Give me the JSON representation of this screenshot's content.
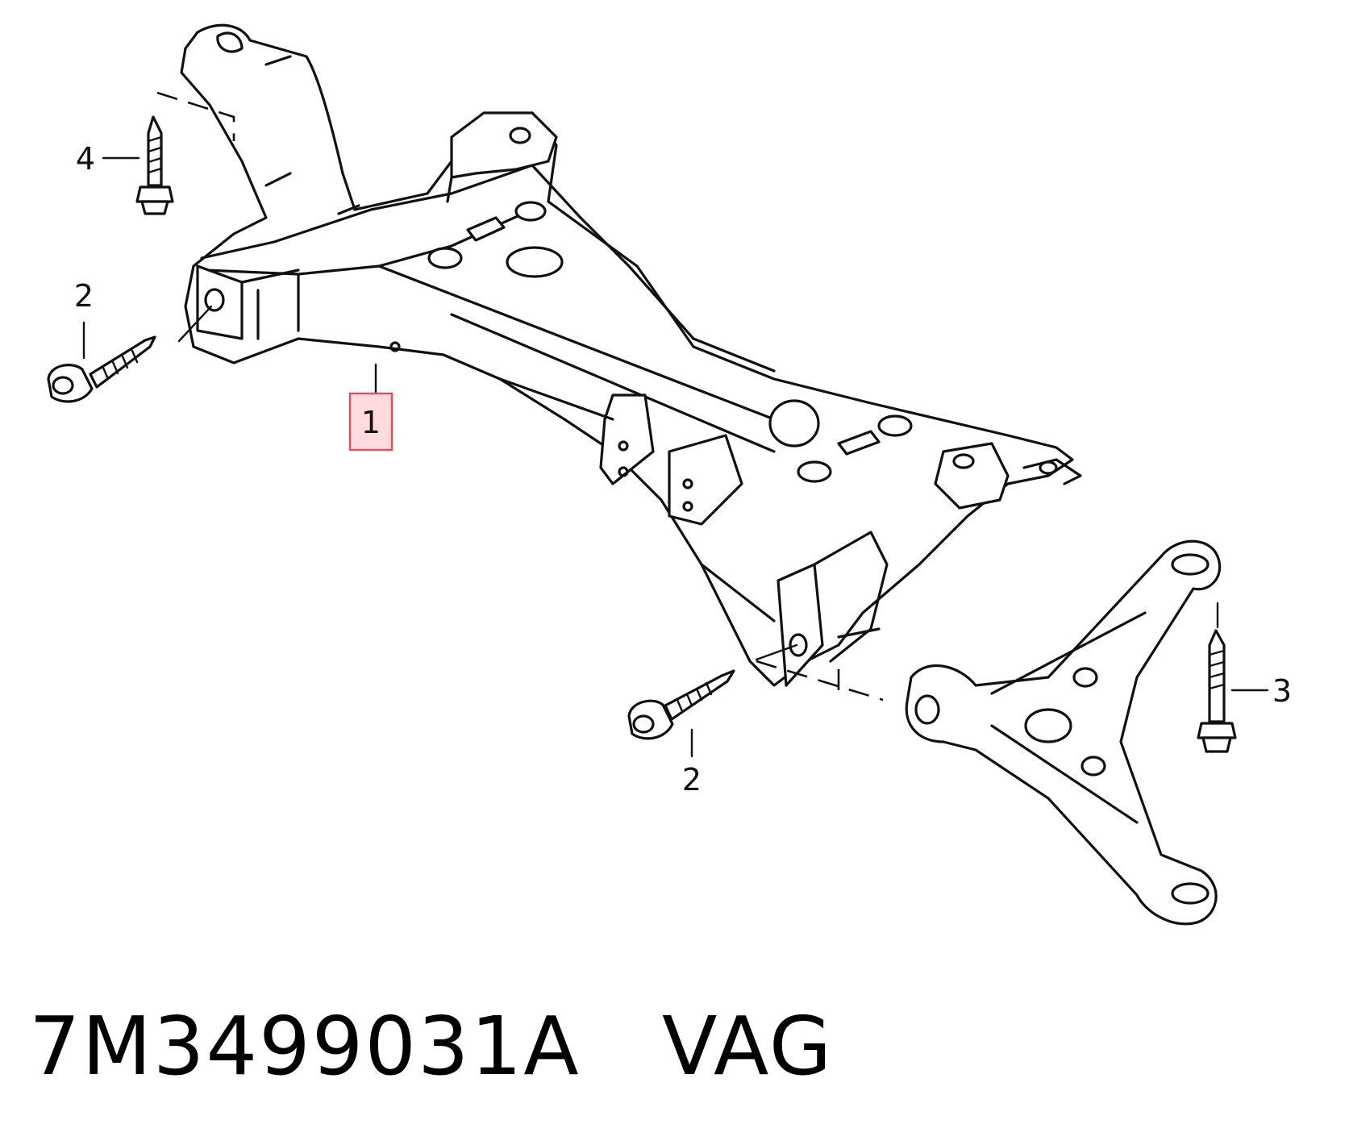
{
  "callouts": [
    {
      "id": "1",
      "label": "1"
    },
    {
      "id": "2a",
      "label": "2"
    },
    {
      "id": "2b",
      "label": "2"
    },
    {
      "id": "3",
      "label": "3"
    },
    {
      "id": "4",
      "label": "4"
    }
  ],
  "highlighted_callout": "1",
  "highlight_color": "#e0505a",
  "caption": {
    "part_number": "7M3499031A",
    "brand": "VAG"
  }
}
